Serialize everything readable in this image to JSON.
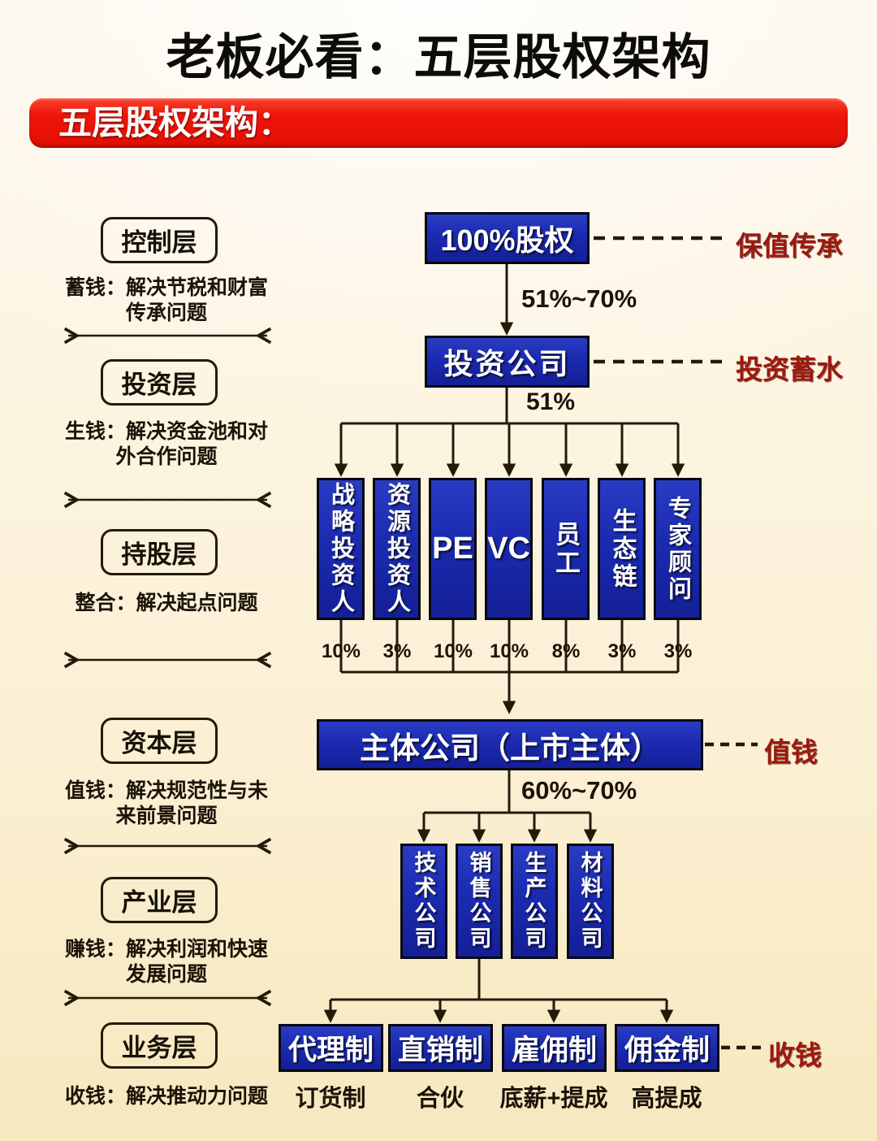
{
  "page": {
    "title": "老板必看：五层股权架构",
    "banner": "五层股权架构："
  },
  "colors": {
    "banner_red": "#ef1408",
    "box_blue": "#1b2bb0",
    "line_dark": "#241a0a",
    "annotation_red": "#9c190e",
    "background_top": "#fdf6ea",
    "background_bottom": "#f6e8bf"
  },
  "layers": [
    {
      "label": "控制层",
      "desc1": "蓄钱：解决节税和财富",
      "desc2": "传承问题"
    },
    {
      "label": "投资层",
      "desc1": "生钱：解决资金池和对",
      "desc2": "外合作问题"
    },
    {
      "label": "持股层",
      "desc1": "整合：解决起点问题",
      "desc2": ""
    },
    {
      "label": "资本层",
      "desc1": "值钱：解决规范性与未",
      "desc2": "来前景问题"
    },
    {
      "label": "产业层",
      "desc1": "赚钱：解决利润和快速",
      "desc2": "发展问题"
    },
    {
      "label": "业务层",
      "desc1": "收钱：解决推动力问题",
      "desc2": ""
    }
  ],
  "flow": {
    "top_box": "100%股权",
    "top_annotation": "保值传承",
    "edge1_label": "51%~70%",
    "invest_box": "投资公司",
    "invest_annotation": "投资蓄水",
    "edge2_label": "51%",
    "holders": [
      {
        "label": "战略投资人",
        "pct": "10%"
      },
      {
        "label": "资源投资人",
        "pct": "3%"
      },
      {
        "label": "PE",
        "pct": "10%"
      },
      {
        "label": "VC",
        "pct": "10%"
      },
      {
        "label": "员工",
        "pct": "8%"
      },
      {
        "label": "生态链",
        "pct": "3%"
      },
      {
        "label": "专家顾问",
        "pct": "3%"
      }
    ],
    "main_box": "主体公司（上市主体）",
    "main_annotation": "值钱",
    "edge3_label": "60%~70%",
    "subsidiaries": [
      {
        "label": "技术公司"
      },
      {
        "label": "销售公司"
      },
      {
        "label": "生产公司"
      },
      {
        "label": "材料公司"
      }
    ],
    "business_modes": [
      {
        "label": "代理制",
        "sub": "订货制"
      },
      {
        "label": "直销制",
        "sub": "合伙"
      },
      {
        "label": "雇佣制",
        "sub": "底薪+提成"
      },
      {
        "label": "佣金制",
        "sub": "高提成"
      }
    ],
    "business_annotation": "收钱"
  }
}
